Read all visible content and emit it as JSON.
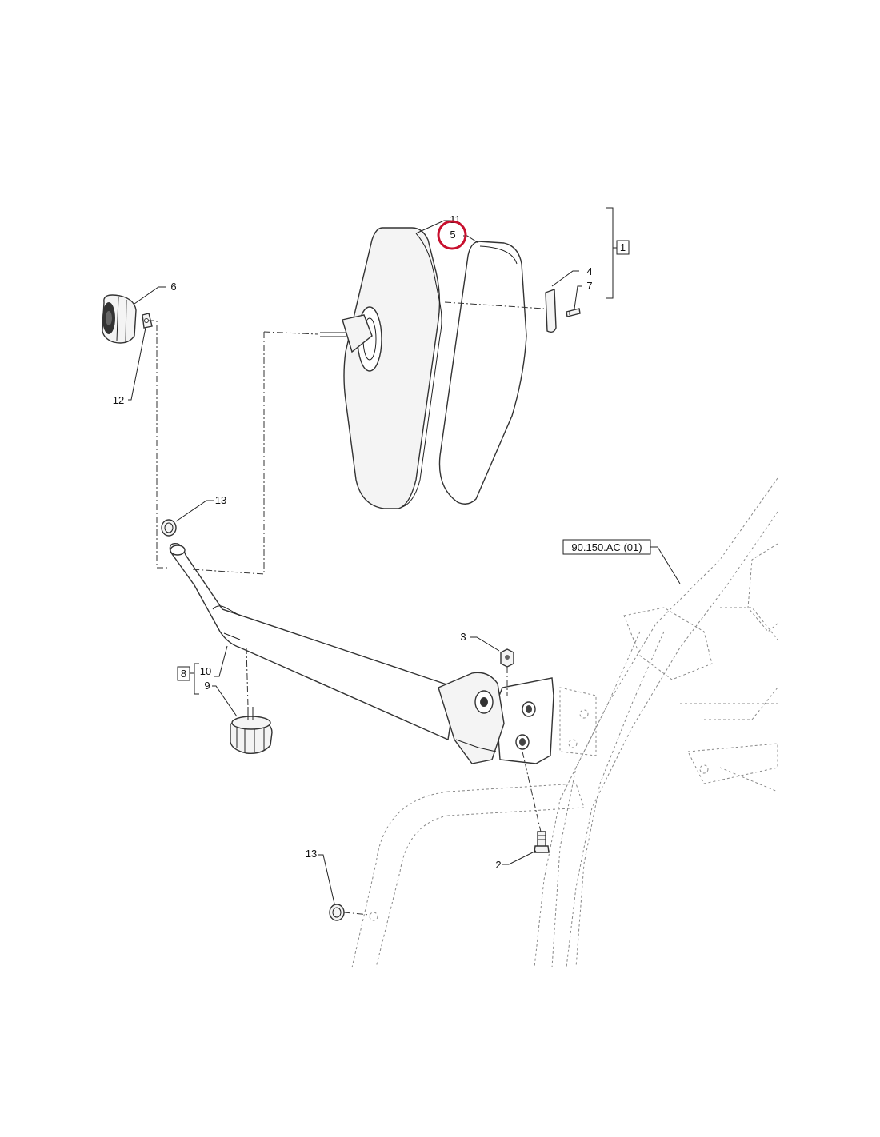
{
  "callouts": {
    "c1": "1",
    "c2": "2",
    "c3": "3",
    "c4": "4",
    "c5": "5",
    "c6": "6",
    "c7": "7",
    "c8": "8",
    "c9": "9",
    "c10": "10",
    "c11": "11",
    "c12": "12",
    "c13a": "13",
    "c13b": "13"
  },
  "reference": "90.150.AC (01)",
  "highlight_color": "#c8102e"
}
